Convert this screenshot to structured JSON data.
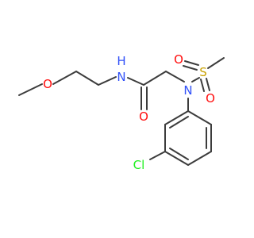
{
  "molecule": {
    "atoms": {
      "o_methoxy": {
        "label": "O",
        "color": "#ff0d0d"
      },
      "n_amide": {
        "label": "N",
        "color": "#3050f8"
      },
      "h_amide": {
        "label": "H",
        "color": "#3050f8"
      },
      "o_carbonyl": {
        "label": "O",
        "color": "#ff0d0d"
      },
      "n_sulfonamide": {
        "label": "N",
        "color": "#3050f8"
      },
      "s_sulfonyl": {
        "label": "S",
        "color": "#c8a000"
      },
      "o_sulfonyl_left": {
        "label": "O",
        "color": "#ff0d0d"
      },
      "o_sulfonyl_bottom": {
        "label": "O",
        "color": "#ff0d0d"
      },
      "cl": {
        "label": "Cl",
        "color": "#1ff01f"
      }
    },
    "bond_color": "#3c3c3c"
  }
}
